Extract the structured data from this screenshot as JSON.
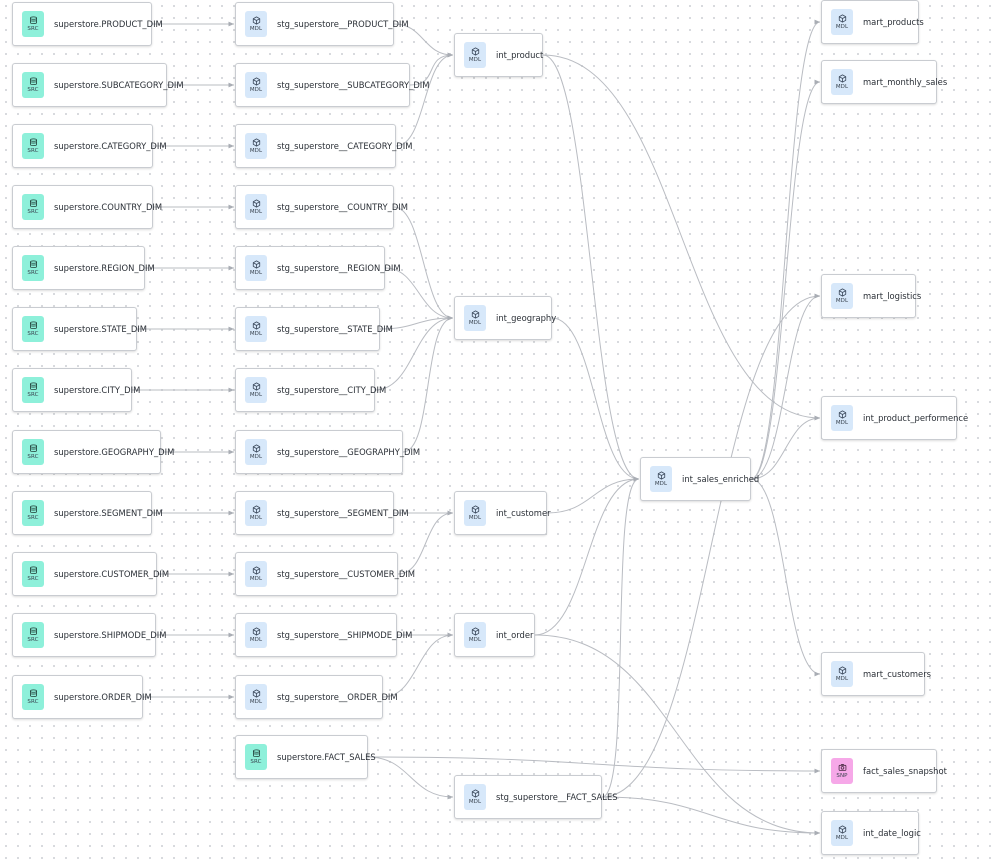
{
  "graph": {
    "nodes": [
      {
        "id": "src_product_dim",
        "type": "SRC",
        "label": "superstore.PRODUCT_DIM"
      },
      {
        "id": "src_subcategory_dim",
        "type": "SRC",
        "label": "superstore.SUBCATEGORY_DIM"
      },
      {
        "id": "src_category_dim",
        "type": "SRC",
        "label": "superstore.CATEGORY_DIM"
      },
      {
        "id": "src_country_dim",
        "type": "SRC",
        "label": "superstore.COUNTRY_DIM"
      },
      {
        "id": "src_region_dim",
        "type": "SRC",
        "label": "superstore.REGION_DIM"
      },
      {
        "id": "src_state_dim",
        "type": "SRC",
        "label": "superstore.STATE_DIM"
      },
      {
        "id": "src_city_dim",
        "type": "SRC",
        "label": "superstore.CITY_DIM"
      },
      {
        "id": "src_geography_dim",
        "type": "SRC",
        "label": "superstore.GEOGRAPHY_DIM"
      },
      {
        "id": "src_segment_dim",
        "type": "SRC",
        "label": "superstore.SEGMENT_DIM"
      },
      {
        "id": "src_customer_dim",
        "type": "SRC",
        "label": "superstore.CUSTOMER_DIM"
      },
      {
        "id": "src_shipmode_dim",
        "type": "SRC",
        "label": "superstore.SHIPMODE_DIM"
      },
      {
        "id": "src_order_dim",
        "type": "SRC",
        "label": "superstore.ORDER_DIM"
      },
      {
        "id": "stg_product_dim",
        "type": "MDL",
        "label": "stg_superstore__PRODUCT_DIM"
      },
      {
        "id": "stg_subcategory_dim",
        "type": "MDL",
        "label": "stg_superstore__SUBCATEGORY_DIM"
      },
      {
        "id": "stg_category_dim",
        "type": "MDL",
        "label": "stg_superstore__CATEGORY_DIM"
      },
      {
        "id": "stg_country_dim",
        "type": "MDL",
        "label": "stg_superstore__COUNTRY_DIM"
      },
      {
        "id": "stg_region_dim",
        "type": "MDL",
        "label": "stg_superstore__REGION_DIM"
      },
      {
        "id": "stg_state_dim",
        "type": "MDL",
        "label": "stg_superstore__STATE_DIM"
      },
      {
        "id": "stg_city_dim",
        "type": "MDL",
        "label": "stg_superstore__CITY_DIM"
      },
      {
        "id": "stg_geography_dim",
        "type": "MDL",
        "label": "stg_superstore__GEOGRAPHY_DIM"
      },
      {
        "id": "stg_segment_dim",
        "type": "MDL",
        "label": "stg_superstore__SEGMENT_DIM"
      },
      {
        "id": "stg_customer_dim",
        "type": "MDL",
        "label": "stg_superstore__CUSTOMER_DIM"
      },
      {
        "id": "stg_shipmode_dim",
        "type": "MDL",
        "label": "stg_superstore__SHIPMODE_DIM"
      },
      {
        "id": "stg_order_dim",
        "type": "MDL",
        "label": "stg_superstore__ORDER_DIM"
      },
      {
        "id": "src_fact_sales",
        "type": "SRC",
        "label": "superstore.FACT_SALES"
      },
      {
        "id": "int_product",
        "type": "MDL",
        "label": "int_product"
      },
      {
        "id": "int_geography",
        "type": "MDL",
        "label": "int_geography"
      },
      {
        "id": "int_customer",
        "type": "MDL",
        "label": "int_customer"
      },
      {
        "id": "int_order",
        "type": "MDL",
        "label": "int_order"
      },
      {
        "id": "stg_fact_sales",
        "type": "MDL",
        "label": "stg_superstore__FACT_SALES"
      },
      {
        "id": "int_sales_enriched",
        "type": "MDL",
        "label": "int_sales_enriched"
      },
      {
        "id": "mart_products",
        "type": "MDL",
        "label": "mart_products"
      },
      {
        "id": "mart_monthly_sales",
        "type": "MDL",
        "label": "mart_monthly_sales"
      },
      {
        "id": "mart_logistics",
        "type": "MDL",
        "label": "mart_logistics"
      },
      {
        "id": "int_product_performence",
        "type": "MDL",
        "label": "int_product_performence"
      },
      {
        "id": "mart_customers",
        "type": "MDL",
        "label": "mart_customers"
      },
      {
        "id": "fact_sales_snapshot",
        "type": "SNP",
        "label": "fact_sales_snapshot"
      },
      {
        "id": "int_date_logic",
        "type": "MDL",
        "label": "int_date_logic"
      }
    ],
    "edges": [
      [
        "src_product_dim",
        "stg_product_dim"
      ],
      [
        "src_subcategory_dim",
        "stg_subcategory_dim"
      ],
      [
        "src_category_dim",
        "stg_category_dim"
      ],
      [
        "src_country_dim",
        "stg_country_dim"
      ],
      [
        "src_region_dim",
        "stg_region_dim"
      ],
      [
        "src_state_dim",
        "stg_state_dim"
      ],
      [
        "src_city_dim",
        "stg_city_dim"
      ],
      [
        "src_geography_dim",
        "stg_geography_dim"
      ],
      [
        "src_segment_dim",
        "stg_segment_dim"
      ],
      [
        "src_customer_dim",
        "stg_customer_dim"
      ],
      [
        "src_shipmode_dim",
        "stg_shipmode_dim"
      ],
      [
        "src_order_dim",
        "stg_order_dim"
      ],
      [
        "stg_product_dim",
        "int_product"
      ],
      [
        "stg_subcategory_dim",
        "int_product"
      ],
      [
        "stg_category_dim",
        "int_product"
      ],
      [
        "stg_country_dim",
        "int_geography"
      ],
      [
        "stg_region_dim",
        "int_geography"
      ],
      [
        "stg_state_dim",
        "int_geography"
      ],
      [
        "stg_city_dim",
        "int_geography"
      ],
      [
        "stg_geography_dim",
        "int_geography"
      ],
      [
        "stg_segment_dim",
        "int_customer"
      ],
      [
        "stg_customer_dim",
        "int_customer"
      ],
      [
        "stg_shipmode_dim",
        "int_order"
      ],
      [
        "stg_order_dim",
        "int_order"
      ],
      [
        "src_fact_sales",
        "stg_fact_sales"
      ],
      [
        "src_fact_sales",
        "fact_sales_snapshot"
      ],
      [
        "int_product",
        "int_sales_enriched"
      ],
      [
        "int_geography",
        "int_sales_enriched"
      ],
      [
        "int_customer",
        "int_sales_enriched"
      ],
      [
        "int_order",
        "int_sales_enriched"
      ],
      [
        "stg_fact_sales",
        "int_sales_enriched"
      ],
      [
        "int_product",
        "int_product_performence"
      ],
      [
        "int_order",
        "int_date_logic"
      ],
      [
        "stg_fact_sales",
        "int_date_logic"
      ],
      [
        "int_sales_enriched",
        "mart_products"
      ],
      [
        "int_sales_enriched",
        "mart_monthly_sales"
      ],
      [
        "int_sales_enriched",
        "mart_logistics"
      ],
      [
        "int_sales_enriched",
        "int_product_performence"
      ],
      [
        "int_sales_enriched",
        "mart_customers"
      ],
      [
        "stg_fact_sales",
        "mart_logistics"
      ]
    ]
  },
  "colors": {
    "mdl_badge": "#d7e8fa",
    "src_badge": "#8ef0da",
    "snp_badge": "#f6a8e8",
    "edge": "#b9bcc2"
  }
}
